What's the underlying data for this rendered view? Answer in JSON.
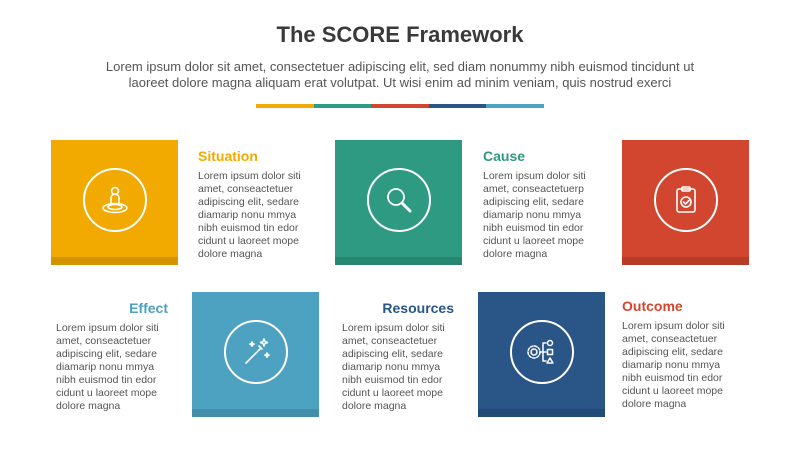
{
  "title": "The SCORE Framework",
  "subtitle_line1": "Lorem ipsum dolor sit amet, consectetuer adipiscing elit, sed diam nonummy nibh euismod tincidunt ut",
  "subtitle_line2": "laoreet dolore magna aliquam erat volutpat. Ut wisi enim ad minim veniam, quis nostrud exerci",
  "colors": {
    "yellow": "#F2A900",
    "teal": "#2E9A81",
    "red": "#D2462F",
    "light_blue": "#4DA2C1",
    "dark_blue": "#2A5587"
  },
  "steps": [
    {
      "label": "Situation",
      "icon": "person-target-icon",
      "color": "#F2A900",
      "text": "Lorem ipsum dolor siti\namet, conseactetuer\nadipiscing elit, sedare\ndiamarip nonu mmya\nnibh euismod tin edor\ncidunt u laoreet mope\ndolore magna"
    },
    {
      "label": "Cause",
      "icon": "magnifier-icon",
      "color": "#2E9A81",
      "text": "Lorem ipsum dolor siti\namet, conseactetuerp\nadipiscing elit, sedare\ndiamarip nonu mmya\nnibh euismod tin edor\ncidunt u laoreet mope\ndolore magna"
    },
    {
      "label": "Outcome",
      "icon": "clipboard-check-icon",
      "color": "#D2462F",
      "text": "Lorem ipsum dolor siti\namet, conseactetuer\nadipiscing elit, sedare\ndiamarip nonu mmya\nnibh euismod tin edor\ncidunt u laoreet mope\ndolore magna"
    },
    {
      "label": "Effect",
      "icon": "magic-wand-icon",
      "color": "#4DA2C1",
      "text": "Lorem ipsum dolor siti\namet, conseactetuer\nadipiscing elit, sedare\ndiamarip nonu mmya\nnibh euismod tin edor\ncidunt u laoreet mope\ndolore magna"
    },
    {
      "label": "Resources",
      "icon": "gear-shapes-icon",
      "color": "#2A5587",
      "text": "Lorem ipsum dolor siti\namet, conseactetuer\nadipiscing elit, sedare\ndiamarip nonu mmya\nnibh euismod tin edor\ncidunt u laoreet mope\ndolore magna"
    }
  ]
}
